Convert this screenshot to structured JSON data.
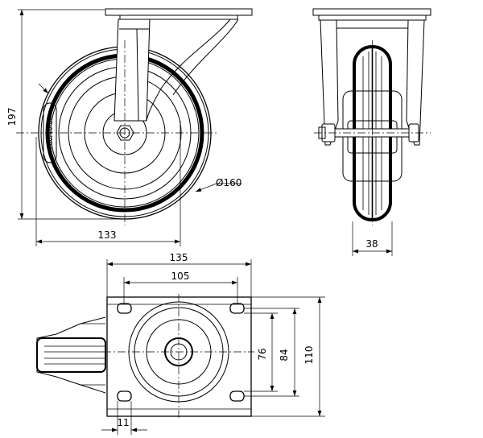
{
  "drawing": {
    "side_view": {
      "height_label": "197",
      "offset_label": "133",
      "diameter_label": "Ø160",
      "tire_marking": "160/40-80"
    },
    "front_view": {
      "wheel_width_label": "38"
    },
    "plate_view": {
      "plate_width_label": "135",
      "hole_spacing_width_label": "105",
      "plate_length_label": "110",
      "hole_spacing_length_label": "84",
      "inner_length_label": "76",
      "hole_diameter_label": "11"
    }
  }
}
